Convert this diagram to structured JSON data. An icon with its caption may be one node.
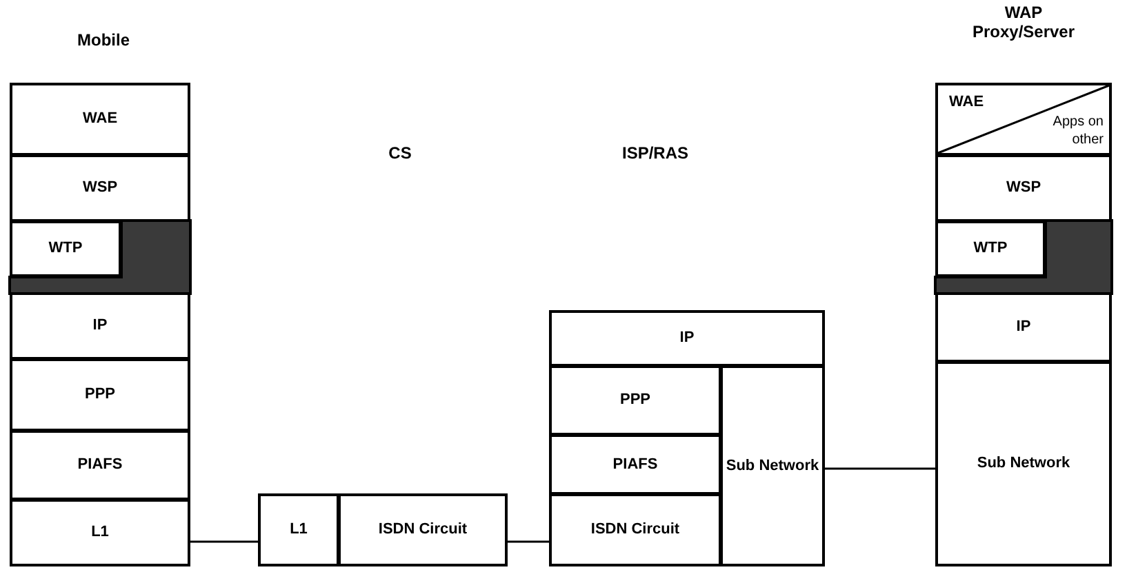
{
  "diagram": {
    "nodes": [
      {
        "text": [
          "WAE"
        ]
      },
      {
        "text": [
          "WSP"
        ]
      },
      {
        "text": [
          "WTP"
        ]
      },
      {
        "text": [],
        "shape": "box"
      },
      {
        "text": [
          "IP"
        ]
      },
      {
        "text": [
          "PPP"
        ]
      },
      {
        "text": [
          "PIAFS"
        ]
      },
      {
        "text": [
          "L1"
        ]
      },
      {
        "text": [
          "L1"
        ]
      },
      {
        "text": [
          "ISDN Circuit"
        ]
      },
      {
        "text": [
          "IP"
        ]
      },
      {
        "text": [
          "PPP"
        ]
      },
      {
        "text": [
          "PIAFS"
        ]
      },
      {
        "text": [
          "ISDN Circuit"
        ]
      },
      {
        "text": [
          "Sub Network"
        ]
      },
      {
        "text": [
          "WAE",
          "Apps on other"
        ]
      },
      {
        "text": [
          "WSP"
        ]
      },
      {
        "text": [
          "WTP"
        ]
      },
      {
        "text": [],
        "shape": "box"
      },
      {
        "text": [
          "IP"
        ]
      },
      {
        "text": [
          "Sub Network"
        ]
      }
    ],
    "edges": [
      {
        "from": 7,
        "to": 8,
        "arrow": "none"
      },
      {
        "from": 9,
        "to": 13,
        "arrow": "none"
      },
      {
        "from": 14,
        "to": 20,
        "arrow": "none"
      }
    ],
    "labels": [
      "Mobile",
      "WAP Proxy/Server",
      "CS",
      "ISP/RAS"
    ]
  }
}
